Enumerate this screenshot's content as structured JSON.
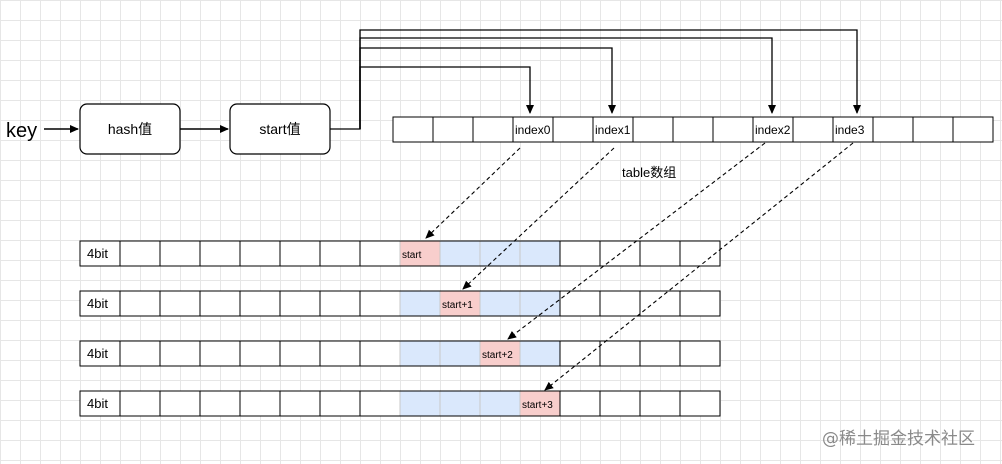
{
  "key_label": "key",
  "hash_box": "hash值",
  "start_box": "start值",
  "table": {
    "label": "table数组",
    "cell_count": 15,
    "indices": [
      {
        "cell": 3,
        "label": "index0"
      },
      {
        "cell": 5,
        "label": "index1"
      },
      {
        "cell": 9,
        "label": "inde​x2"
      },
      {
        "cell": 11,
        "label": "inde3"
      }
    ]
  },
  "control_rows": [
    {
      "label": "4bit",
      "group_start": 8,
      "group_len": 4,
      "highlight": 8,
      "highlight_label": "start"
    },
    {
      "label": "4bit",
      "group_start": 8,
      "group_len": 4,
      "highlight": 9,
      "highlight_label": "start+1"
    },
    {
      "label": "4bit",
      "group_start": 8,
      "group_len": 4,
      "highlight": 10,
      "highlight_label": "start+2"
    },
    {
      "label": "4bit",
      "group_start": 8,
      "group_len": 4,
      "highlight": 11,
      "highlight_label": "start+3"
    }
  ],
  "control_cells_per_row": 16,
  "colors": {
    "group": "#dae8fc",
    "highlight": "#f8cecc",
    "stroke": "#000000",
    "grid": "#e6e6e6"
  },
  "watermark": "@稀土掘金技术社区"
}
